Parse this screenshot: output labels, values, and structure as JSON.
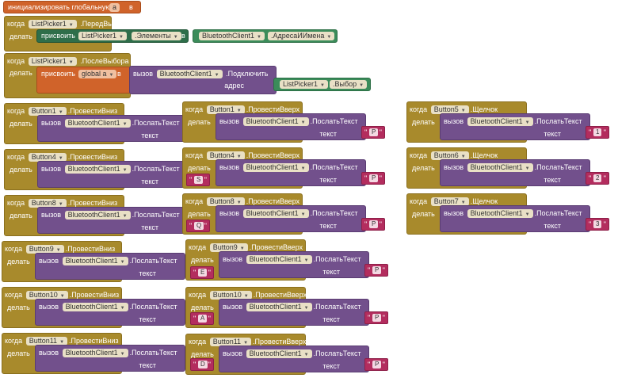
{
  "global_init": {
    "label": "инициализировать глобальную",
    "var": "a",
    "in": "в"
  },
  "before_picking": {
    "when": "когда",
    "component": "ListPicker1",
    "event": ".ПередВыбором",
    "do": "делать",
    "set": "присвоить",
    "target": "ListPicker1",
    "prop": ".Элементы",
    "to": "в",
    "src": "BluetoothClient1",
    "src_prop": ".АдресаИИмена"
  },
  "after_picking": {
    "when": "когда",
    "component": "ListPicker1",
    "event": ".ПослеВыбора",
    "do": "делать",
    "set": "присвоить",
    "var": "global a",
    "to": "в",
    "call": "вызов",
    "client": "BluetoothClient1",
    "method": ".Подключить",
    "addr_label": "адрес",
    "addr_comp": "ListPicker1",
    "addr_prop": ".Выбор"
  },
  "common": {
    "when": "когда",
    "do": "делать",
    "call": "вызов",
    "client": "BluetoothClient1",
    "method": ".ПослатьТекст",
    "text_label": "текст"
  },
  "blocks": [
    {
      "component": "Button1",
      "event": ".ПровестиВниз",
      "value": ""
    },
    {
      "component": "Button1",
      "event": ".ПровестиВверх",
      "value": "P"
    },
    {
      "component": "Button5",
      "event": ".Щелчок",
      "value": "1"
    },
    {
      "component": "Button4",
      "event": ".ПровестиВниз",
      "value": ""
    },
    {
      "component": "Button4",
      "event": ".ПровестиВверх",
      "value": "P"
    },
    {
      "component": "Button6",
      "event": ".Щелчок",
      "value": "2"
    },
    {
      "component": "Button8",
      "event": ".ПровестиВниз",
      "value": ""
    },
    {
      "component": "Button8",
      "event": ".ПровестиВверх",
      "value": "P"
    },
    {
      "component": "Button7",
      "event": ".Щелчок",
      "value": "3"
    },
    {
      "component": "Button9",
      "event": ".ПровестиВниз",
      "value": ""
    },
    {
      "component": "Button9",
      "event": ".ПровестиВверх",
      "value": "P"
    },
    {
      "component": "Button10",
      "event": ".ПровестиВниз",
      "value": ""
    },
    {
      "component": "Button10",
      "event": ".ПровестиВверх",
      "value": "P"
    },
    {
      "component": "Button11",
      "event": ".ПровестиВниз",
      "value": ""
    },
    {
      "component": "Button11",
      "event": ".ПровестиВверх",
      "value": "P"
    }
  ],
  "loose_strings": [
    "S",
    "Q",
    "E",
    "A",
    "D"
  ]
}
